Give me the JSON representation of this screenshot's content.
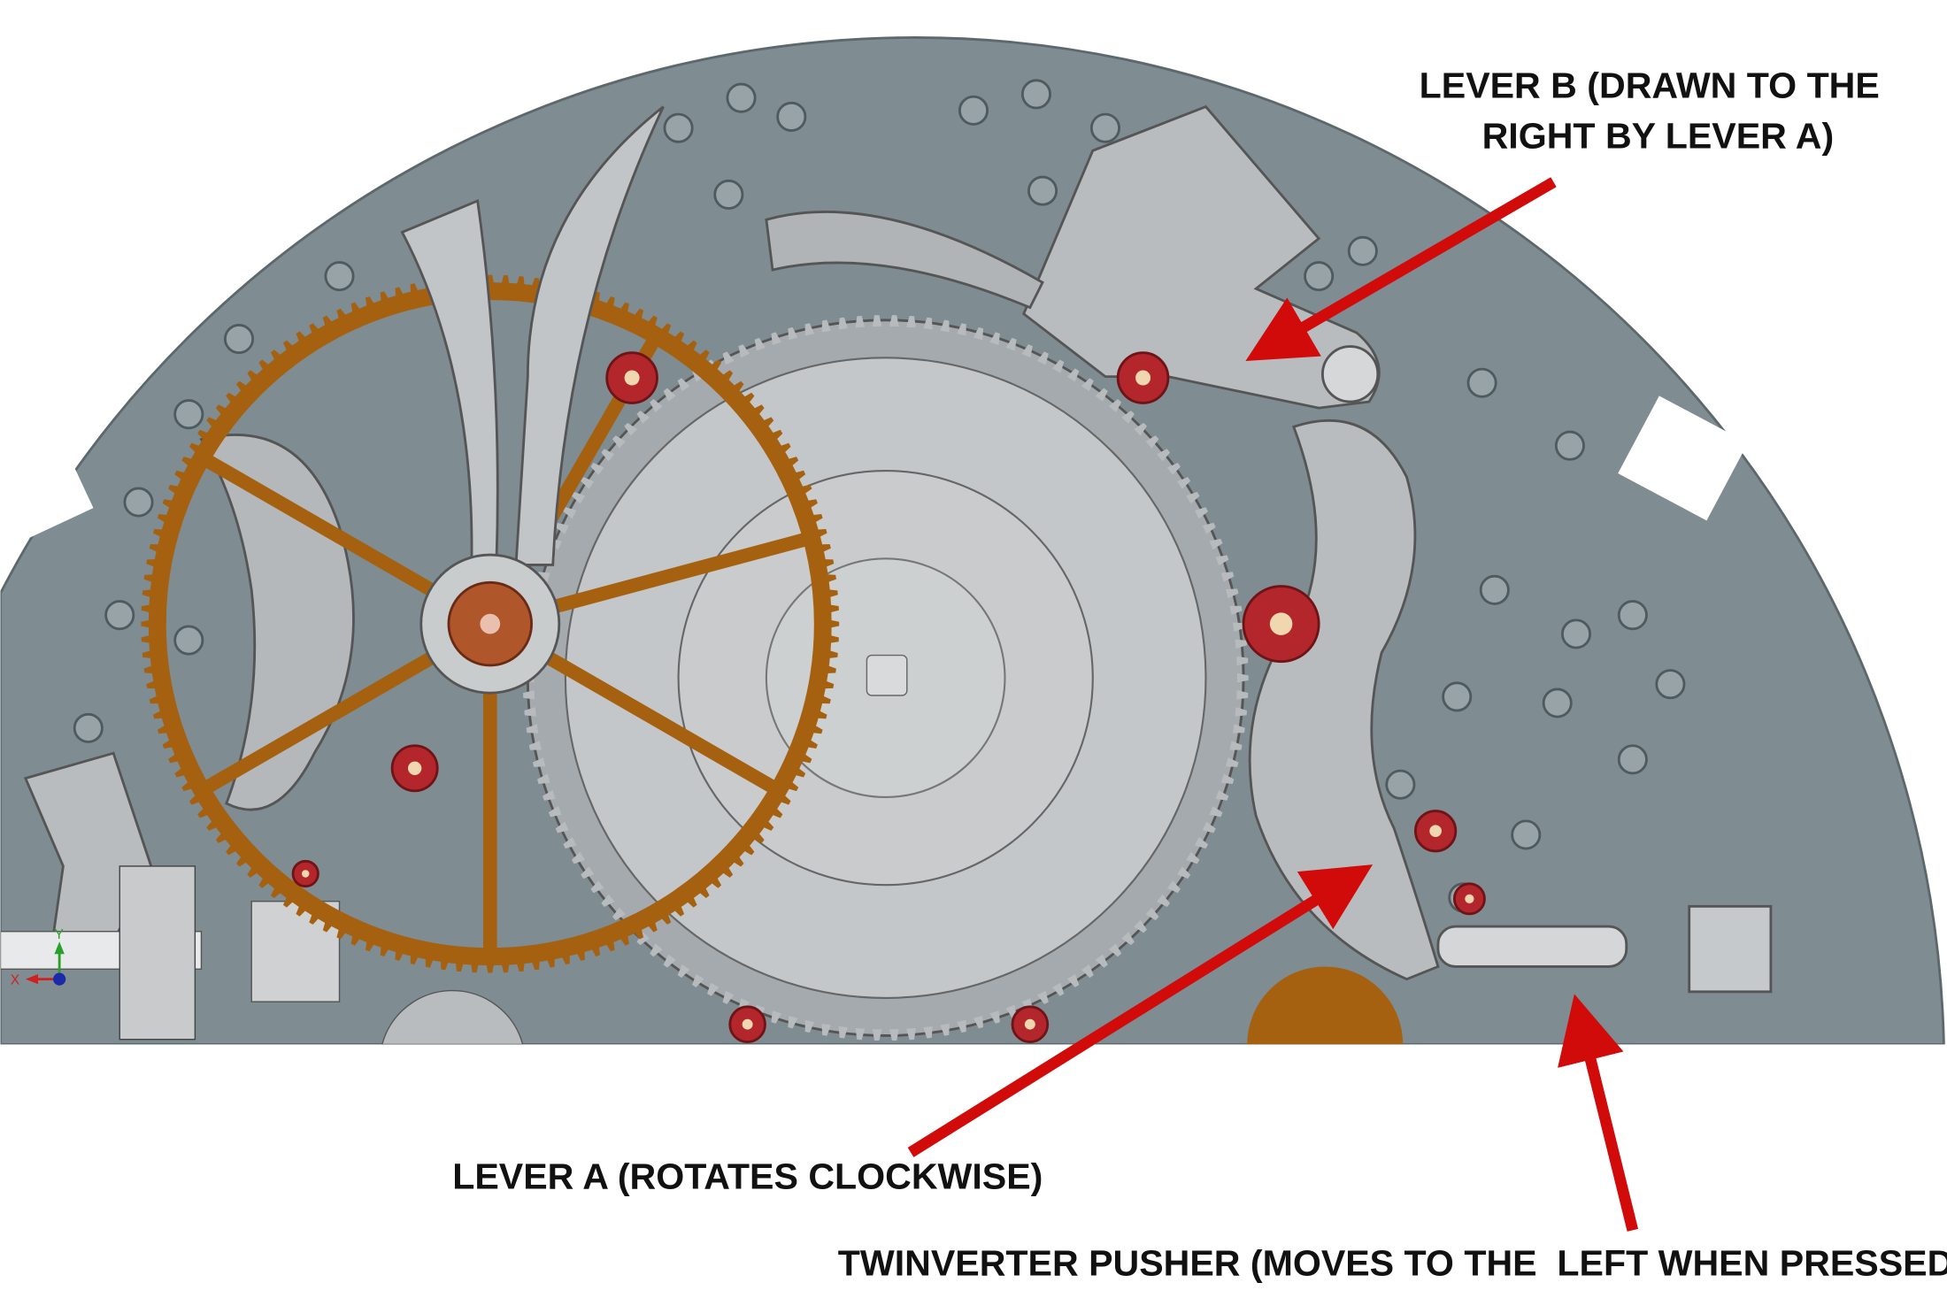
{
  "annotations": {
    "lever_b": {
      "line1": "LEVER B (DRAWN TO THE",
      "line2": "RIGHT BY LEVER A)"
    },
    "lever_a": "LEVER A (ROTATES CLOCKWISE)",
    "pusher": "TWINVERTER PUSHER (MOVES TO THE  LEFT WHEN PRESSED)"
  },
  "axis_triad": {
    "x": "X",
    "y": "Y"
  },
  "colors": {
    "plate": "#7f8c91",
    "plate_dark": "#6f7b80",
    "part": "#b9bcbf",
    "gear_bronze": "#a5610f",
    "jewel": "#b3262b",
    "arrow": "#d10a0a"
  }
}
